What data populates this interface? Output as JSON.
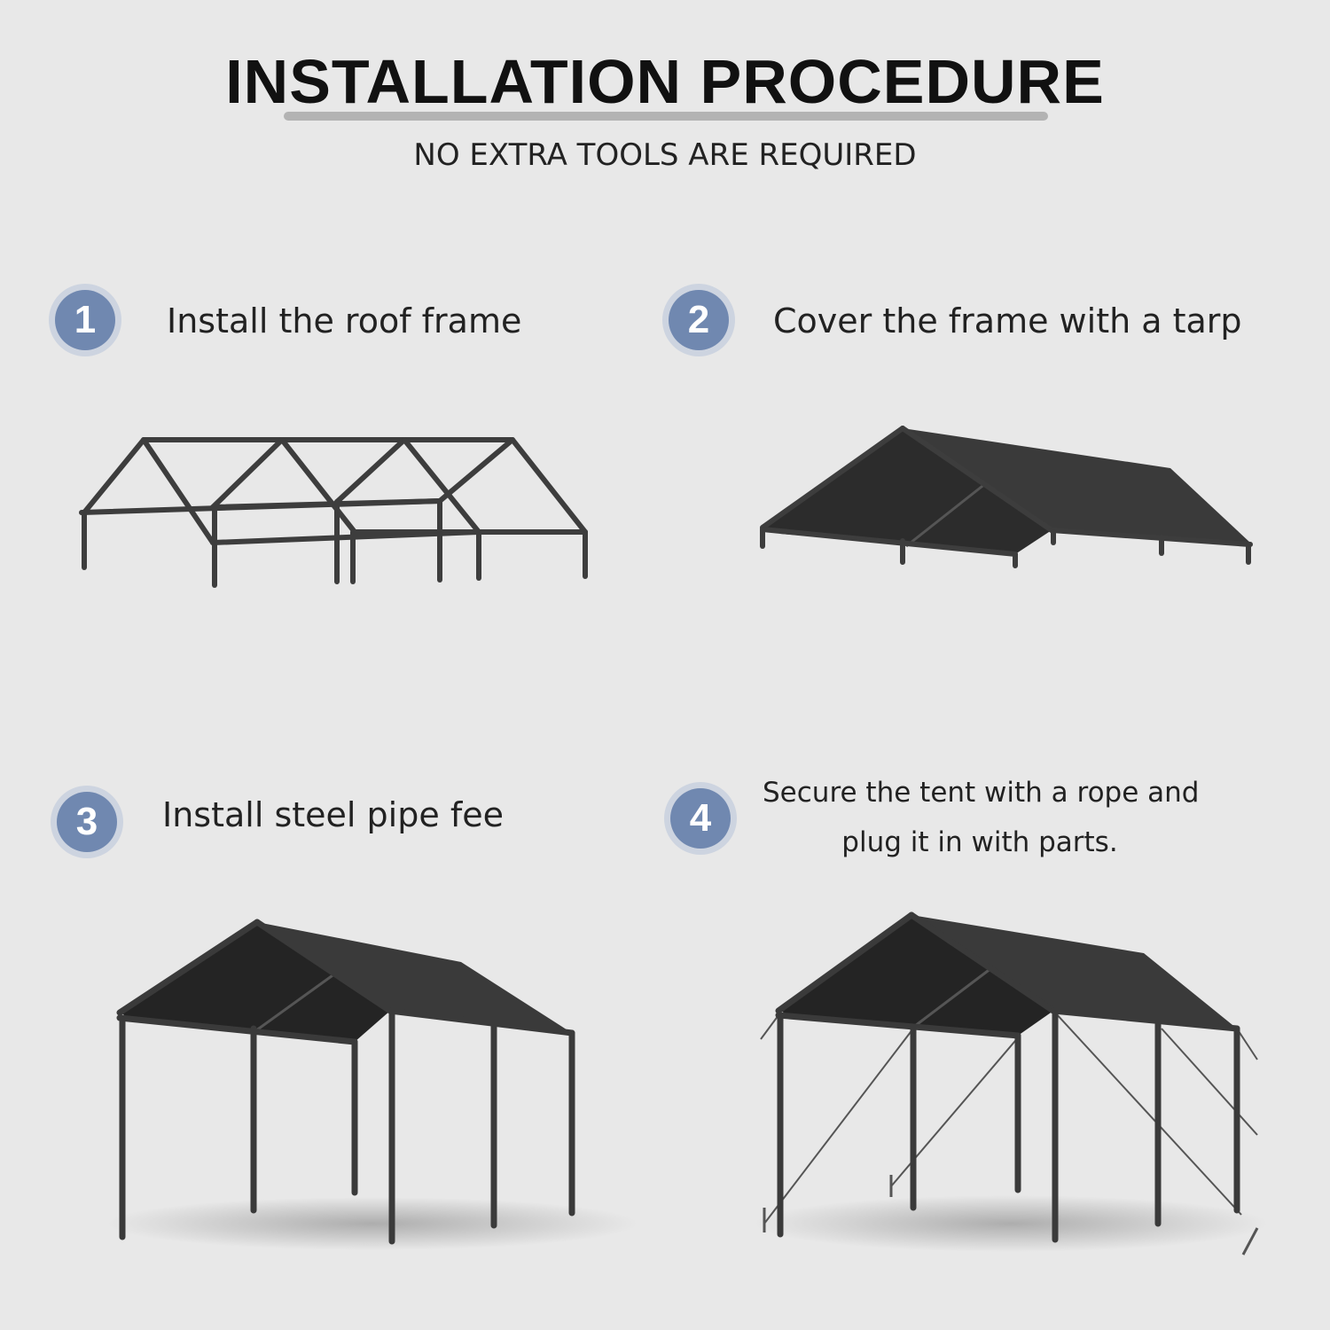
{
  "title": "INSTALLATION PROCEDURE",
  "subtitle": "NO EXTRA TOOLS ARE REQUIRED",
  "steps": [
    {
      "number": "1",
      "text": "Install the roof frame"
    },
    {
      "number": "2",
      "text": "Cover the frame with a tarp"
    },
    {
      "number": "3",
      "text": "Install steel pipe fee"
    },
    {
      "number": "4",
      "text_line1": "Secure the tent with a rope and",
      "text_line2": "plug it in with parts."
    }
  ],
  "colors": {
    "background": "#e8e8e8",
    "badge": "#7088b0",
    "badge_ring": "#cdd4e0",
    "frame": "#3d3d3d",
    "tarp": "#2f2f2f"
  }
}
